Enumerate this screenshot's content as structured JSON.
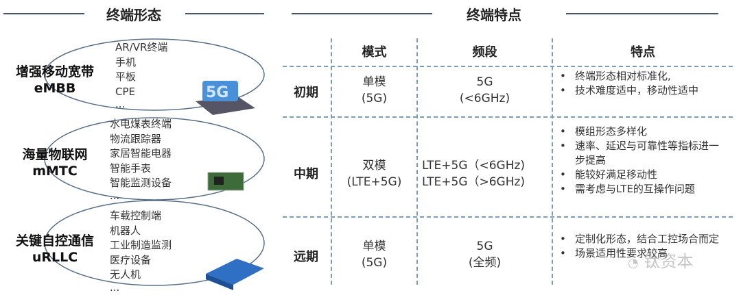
{
  "left": {
    "title": "终端形态",
    "categories": [
      {
        "name": "增强移动宽带",
        "code": "eMBB",
        "items": [
          "AR/VR终端",
          "手机",
          "平板",
          "CPE",
          "..."
        ]
      },
      {
        "name": "海量物联网",
        "code": "mMTC",
        "items": [
          "水电煤表终端",
          "物流跟踪器",
          "家居智能电器",
          "智能手表",
          "智能监测设备",
          "..."
        ]
      },
      {
        "name": "关键自控通信",
        "code": "uRLLC",
        "items": [
          "车载控制端",
          "机器人",
          "工业制造监测",
          "医疗设备",
          "无人机",
          "..."
        ]
      }
    ]
  },
  "right": {
    "title": "终端特点",
    "headers": [
      "模式",
      "频段",
      "特点"
    ],
    "rows": [
      {
        "stage": "初期",
        "mode": [
          "单模",
          "(5G)"
        ],
        "band": [
          "5G",
          "(<6GHz)"
        ],
        "features": [
          "终端形态相对标准化,",
          "技术难度适中，移动性适中"
        ]
      },
      {
        "stage": "中期",
        "mode": [
          "双模",
          "(LTE+5G)"
        ],
        "band": [
          "LTE+5G（<6GHz)",
          "LTE+5G（>6GHz)"
        ],
        "features": [
          "模组形态多样化",
          "速率、延迟与可靠性等指标进一步提高",
          "能较好满足移动性",
          "需考虑与LTE的互操作问题"
        ]
      },
      {
        "stage": "远期",
        "mode": [
          "单模",
          "(5G)"
        ],
        "band": [
          "5G",
          "(全频)"
        ],
        "features": [
          "定制化形态，结合工控场合而定",
          "场景适用性要求较高"
        ]
      }
    ]
  },
  "watermark": "钛资本"
}
